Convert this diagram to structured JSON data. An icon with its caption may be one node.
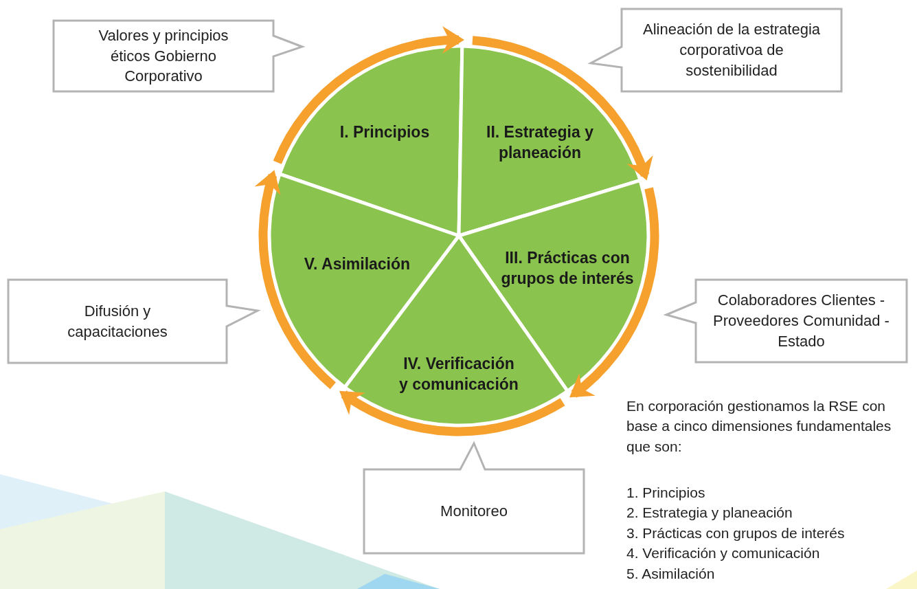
{
  "diagram": {
    "nodes": [
      {
        "text": [
          "I. Principios"
        ]
      },
      {
        "text": [
          "II. Estrategia y planeación"
        ]
      },
      {
        "text": [
          "III. Prácticas con grupos de interés"
        ]
      },
      {
        "text": [
          "IV. Verificación y comunicación"
        ]
      },
      {
        "text": [
          "V. Asimilación"
        ]
      },
      {
        "text": [
          "Valores y principios éticos Gobierno Corporativo"
        ]
      },
      {
        "text": [
          "Alineación de la estrategia corporativoa de sostenibilidad"
        ]
      },
      {
        "text": [
          "Difusión y capacitaciones"
        ]
      },
      {
        "text": [
          "Colaboradores Clientes - Proveedores Comunidad - Estado"
        ]
      },
      {
        "text": [
          "Monitoreo"
        ]
      }
    ],
    "edges": [
      {
        "from": 0,
        "to": 1,
        "arrow": "to"
      },
      {
        "from": 1,
        "to": 2,
        "arrow": "to"
      },
      {
        "from": 2,
        "to": 3,
        "arrow": "to"
      },
      {
        "from": 3,
        "to": 4,
        "arrow": "to"
      },
      {
        "from": 4,
        "to": 0,
        "arrow": "to"
      }
    ],
    "labels": [
      "En corporación gestionamos la RSE con base a cinco dimensiones fundamentales que son:",
      "1. Principios",
      "2. Estrategia y planeación",
      "3. Prácticas con grupos de interés",
      "4. Verificación y comunicación",
      "5. Asimilación"
    ]
  }
}
